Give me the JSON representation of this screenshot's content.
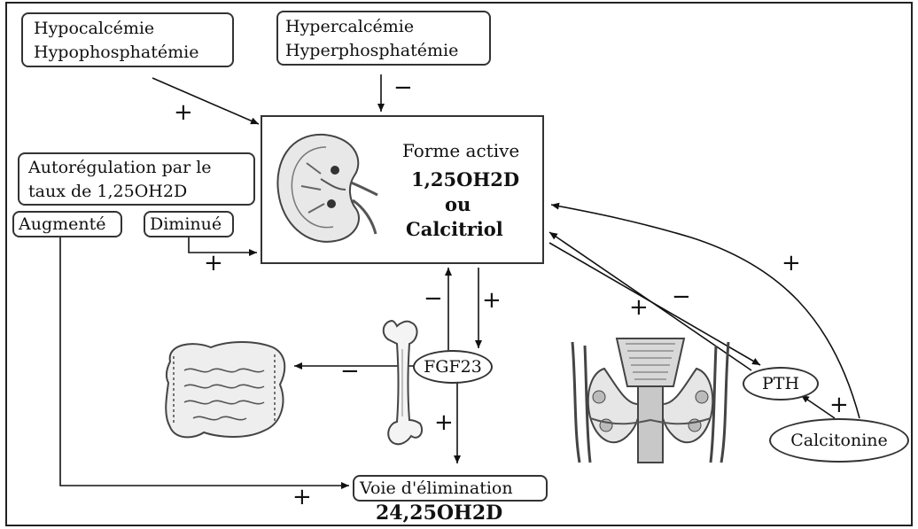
{
  "nodes": {
    "hypo_line1": "Hypocalcémie",
    "hypo_line2": "Hypophosphatémie",
    "hyper_line1": "Hypercalcémie",
    "hyper_line2": "Hyperphosphatémie",
    "autoreg_line1": "Autorégulation par le",
    "autoreg_line2": "taux de 1,25OH2D",
    "augmente": "Augmenté",
    "diminue": "Diminué",
    "active_line1": "Forme active",
    "active_line2": "1,25OH2D",
    "active_line3": "ou",
    "active_line4": "Calcitriol",
    "fgf23": "FGF23",
    "pth": "PTH",
    "calcitonine": "Calcitonine",
    "voie": "Voie d'élimination",
    "elim_product": "24,25OH2D"
  },
  "signs": {
    "hypo_to_active": "+",
    "hyper_to_active": "−",
    "diminue_to_active": "+",
    "fgf23_to_active": "−",
    "active_to_fgf23": "+",
    "fgf23_to_intestine": "−",
    "fgf23_to_voie": "+",
    "augmente_to_voie": "+",
    "pth_to_active": "+",
    "active_to_pth": "−",
    "calcitonine_to_active": "+",
    "calcitonine_to_pth": "+"
  },
  "illustrations": [
    "kidney-icon",
    "intestine-icon",
    "bone-icon",
    "thyroid-icon"
  ]
}
